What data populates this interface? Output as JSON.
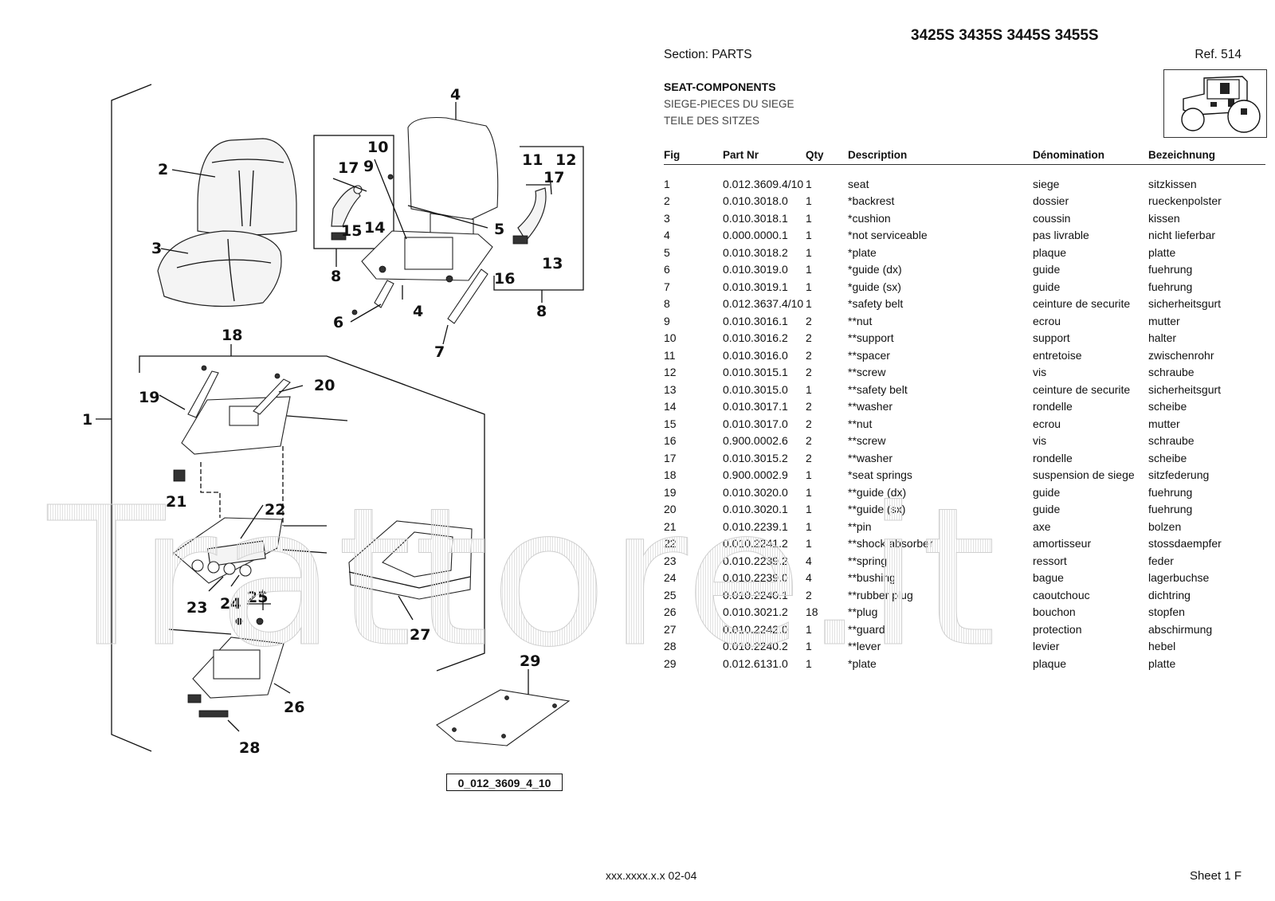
{
  "header": {
    "models": "3425S 3435S 3445S 3455S",
    "section": "Section: PARTS",
    "ref": "Ref. 514",
    "title": "SEAT-COMPONENTS",
    "title_fr": "SIEGE-PIECES DU SIEGE",
    "title_de": "TEILE DES SITZES"
  },
  "thumbnail": {
    "icon": "tractor-icon"
  },
  "watermark": "Trattore.it",
  "drawing_code": "0_012_3609_4_10",
  "callouts": [
    "1",
    "2",
    "3",
    "4",
    "4",
    "5",
    "6",
    "7",
    "8",
    "8",
    "9",
    "10",
    "11",
    "12",
    "13",
    "14",
    "15",
    "16",
    "17",
    "17",
    "18",
    "19",
    "20",
    "21",
    "22",
    "23",
    "24",
    "25",
    "26",
    "27",
    "28",
    "29"
  ],
  "table": {
    "columns": [
      "Fig",
      "Part Nr",
      "Qty",
      "Description",
      "Dénomination",
      "Bezeichnung"
    ],
    "rows": [
      [
        "1",
        "0.012.3609.4/10",
        "1",
        "seat",
        "siege",
        "sitzkissen"
      ],
      [
        "2",
        "0.010.3018.0",
        "1",
        "*backrest",
        "dossier",
        "rueckenpolster"
      ],
      [
        "3",
        "0.010.3018.1",
        "1",
        "*cushion",
        "coussin",
        "kissen"
      ],
      [
        "4",
        "0.000.0000.1",
        "1",
        "*not serviceable",
        "pas livrable",
        "nicht lieferbar"
      ],
      [
        "5",
        "0.010.3018.2",
        "1",
        "*plate",
        "plaque",
        "platte"
      ],
      [
        "6",
        "0.010.3019.0",
        "1",
        "*guide (dx)",
        "guide",
        "fuehrung"
      ],
      [
        "7",
        "0.010.3019.1",
        "1",
        "*guide (sx)",
        "guide",
        "fuehrung"
      ],
      [
        "8",
        "0.012.3637.4/10",
        "1",
        "*safety belt",
        "ceinture de securite",
        "sicherheitsgurt"
      ],
      [
        "9",
        "0.010.3016.1",
        "2",
        "**nut",
        "ecrou",
        "mutter"
      ],
      [
        "10",
        "0.010.3016.2",
        "2",
        "**support",
        "support",
        "halter"
      ],
      [
        "11",
        "0.010.3016.0",
        "2",
        "**spacer",
        "entretoise",
        "zwischenrohr"
      ],
      [
        "12",
        "0.010.3015.1",
        "2",
        "**screw",
        "vis",
        "schraube"
      ],
      [
        "13",
        "0.010.3015.0",
        "1",
        "**safety belt",
        "ceinture de securite",
        "sicherheitsgurt"
      ],
      [
        "14",
        "0.010.3017.1",
        "2",
        "**washer",
        "rondelle",
        "scheibe"
      ],
      [
        "15",
        "0.010.3017.0",
        "2",
        "**nut",
        "ecrou",
        "mutter"
      ],
      [
        "16",
        "0.900.0002.6",
        "2",
        "**screw",
        "vis",
        "schraube"
      ],
      [
        "17",
        "0.010.3015.2",
        "2",
        "**washer",
        "rondelle",
        "scheibe"
      ],
      [
        "18",
        "0.900.0002.9",
        "1",
        "*seat springs",
        "suspension de siege",
        "sitzfederung"
      ],
      [
        "19",
        "0.010.3020.0",
        "1",
        "**guide (dx)",
        "guide",
        "fuehrung"
      ],
      [
        "20",
        "0.010.3020.1",
        "1",
        "**guide (sx)",
        "guide",
        "fuehrung"
      ],
      [
        "21",
        "0.010.2239.1",
        "1",
        "**pin",
        "axe",
        "bolzen"
      ],
      [
        "22",
        "0.010.2241.2",
        "1",
        "**shock absorber",
        "amortisseur",
        "stossdaempfer"
      ],
      [
        "23",
        "0.010.2239.2",
        "4",
        "**spring",
        "ressort",
        "feder"
      ],
      [
        "24",
        "0.010.2239.0",
        "4",
        "**bushing",
        "bague",
        "lagerbuchse"
      ],
      [
        "25",
        "0.010.2240.1",
        "2",
        "**rubber plug",
        "caoutchouc",
        "dichtring"
      ],
      [
        "26",
        "0.010.3021.2",
        "18",
        "**plug",
        "bouchon",
        "stopfen"
      ],
      [
        "27",
        "0.010.2242.0",
        "1",
        "**guard",
        "protection",
        "abschirmung"
      ],
      [
        "28",
        "0.010.2240.2",
        "1",
        "**lever",
        "levier",
        "hebel"
      ],
      [
        "29",
        "0.012.6131.0",
        "1",
        "*plate",
        "plaque",
        "platte"
      ]
    ]
  },
  "footer": {
    "code": "xxx.xxxx.x.x  02-04",
    "sheet": "Sheet 1 F"
  }
}
